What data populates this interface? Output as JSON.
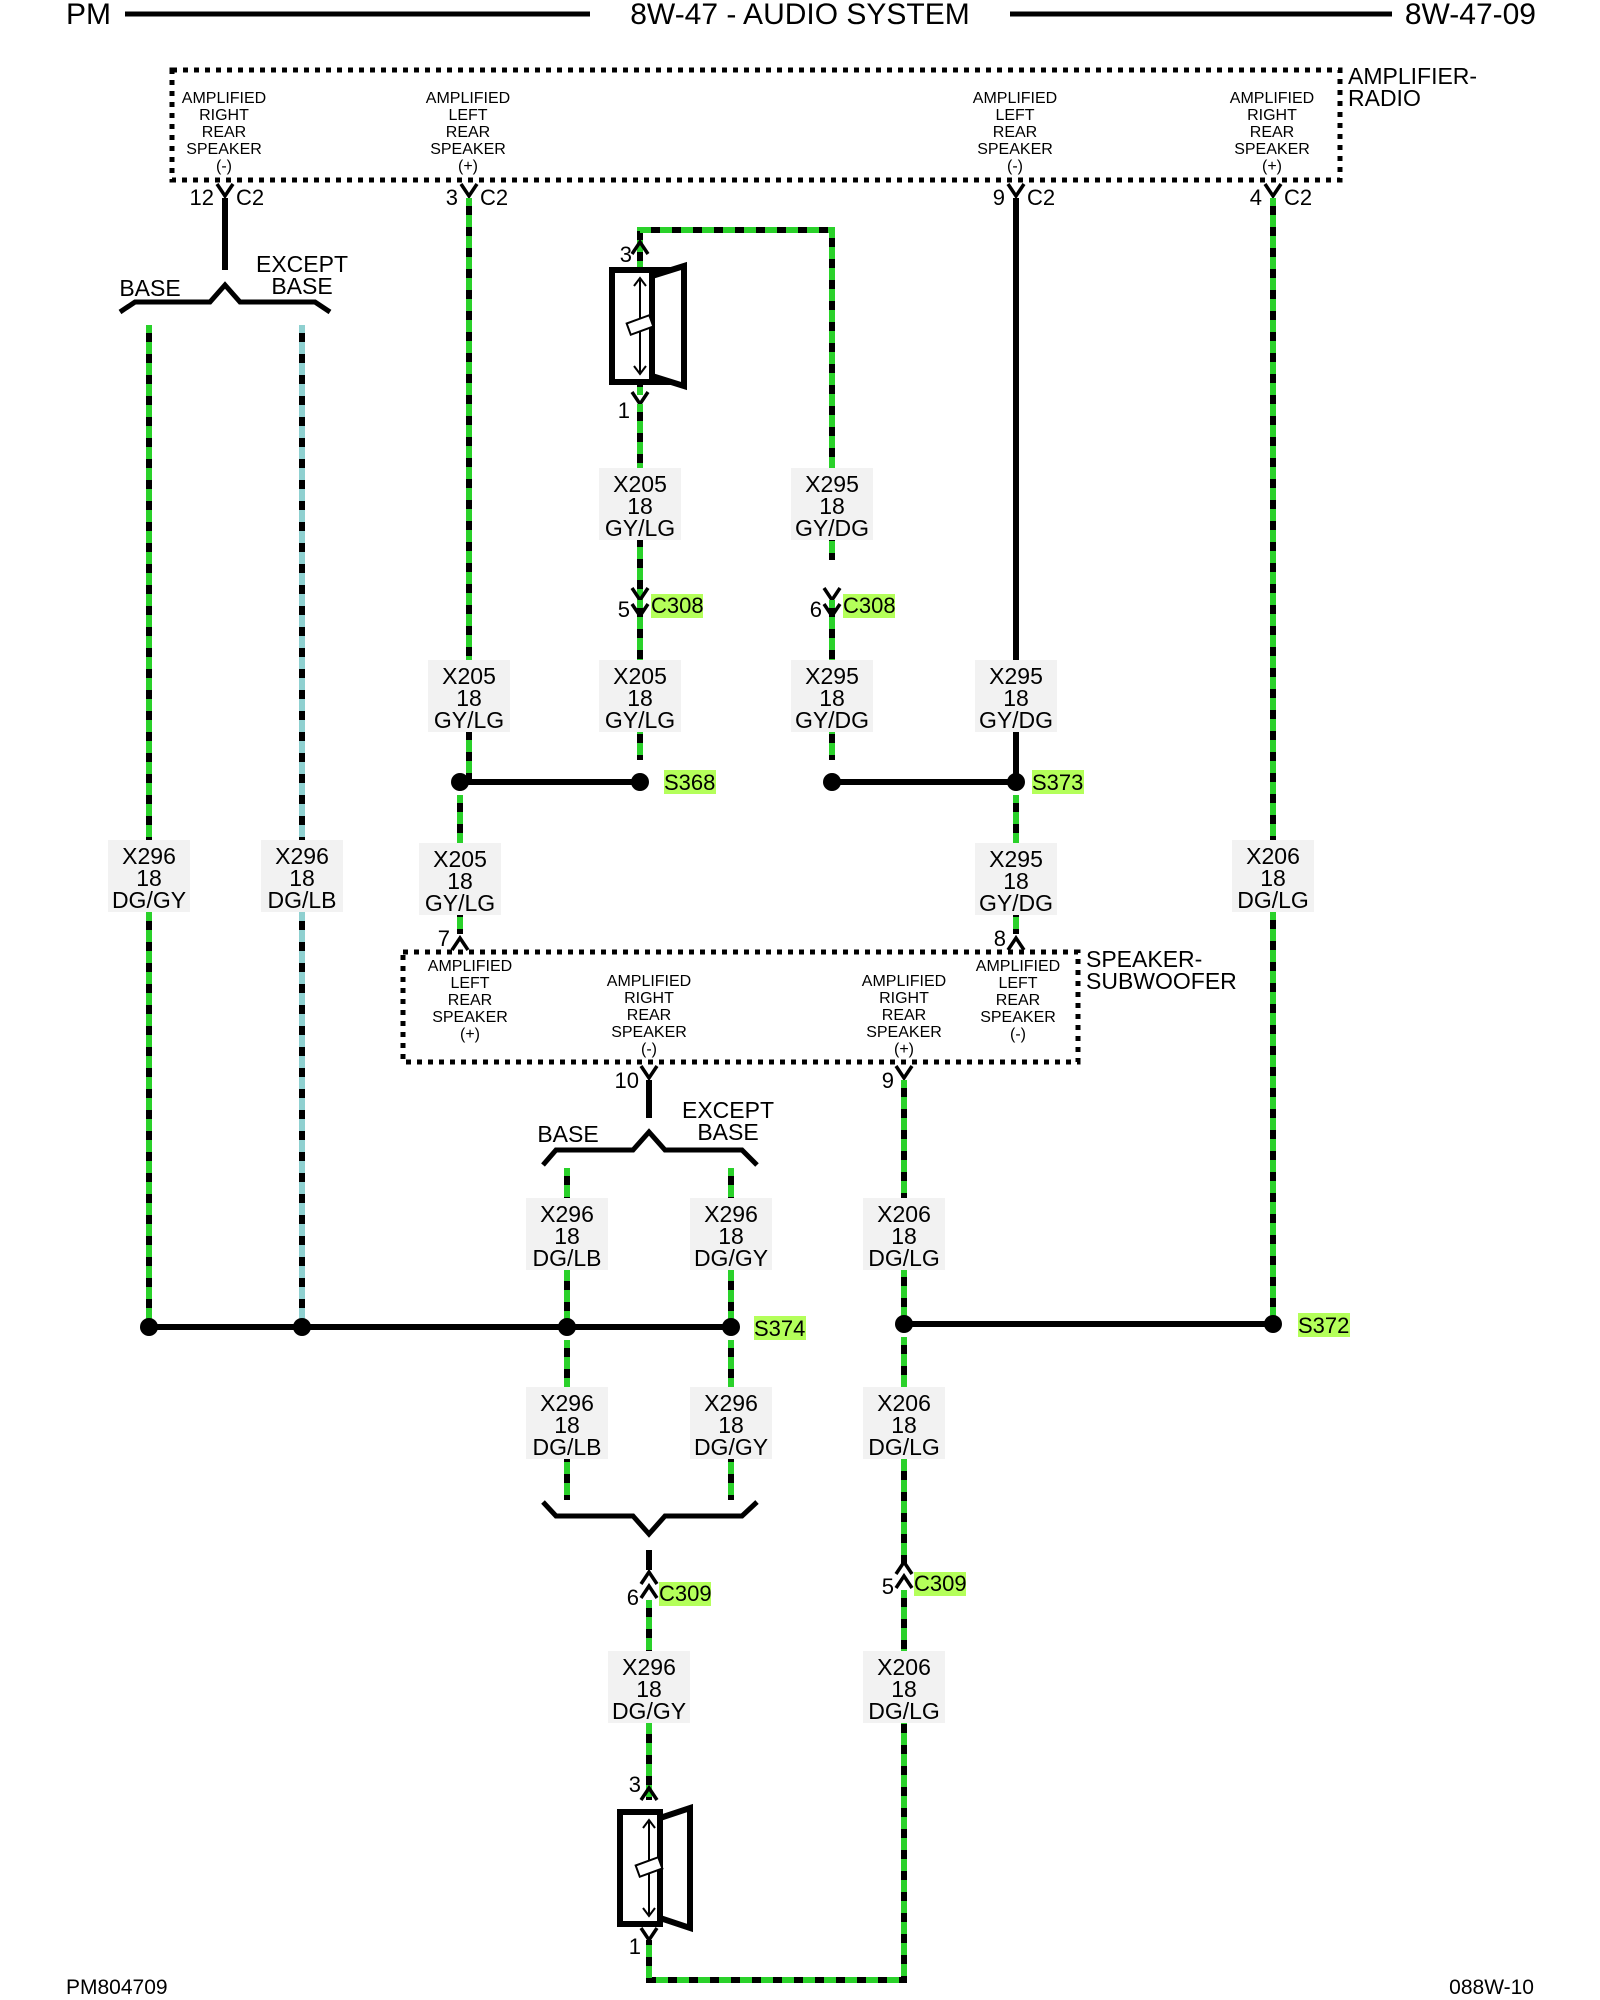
{
  "header": {
    "left": "PM",
    "title": "8W-47 - AUDIO SYSTEM",
    "right": "8W-47-09"
  },
  "footer": {
    "left": "PM804709",
    "right": "088W-10"
  },
  "amp": {
    "name_line1": "AMPLIFIER-",
    "name_line2": "RADIO",
    "pins": [
      {
        "lines": [
          "AMPLIFIED",
          "RIGHT",
          "REAR",
          "SPEAKER",
          "(-)"
        ],
        "pin": "12",
        "conn": "C2"
      },
      {
        "lines": [
          "AMPLIFIED",
          "LEFT",
          "REAR",
          "SPEAKER",
          "(+)"
        ],
        "pin": "3",
        "conn": "C2"
      },
      {
        "lines": [
          "AMPLIFIED",
          "LEFT",
          "REAR",
          "SPEAKER",
          "(-)"
        ],
        "pin": "9",
        "conn": "C2"
      },
      {
        "lines": [
          "AMPLIFIED",
          "RIGHT",
          "REAR",
          "SPEAKER",
          "(+)"
        ],
        "pin": "4",
        "conn": "C2"
      }
    ]
  },
  "sub": {
    "name_line1": "SPEAKER-",
    "name_line2": "SUBWOOFER",
    "blocks": [
      [
        "AMPLIFIED",
        "LEFT",
        "REAR",
        "SPEAKER",
        "(+)"
      ],
      [
        "AMPLIFIED",
        "RIGHT",
        "REAR",
        "SPEAKER",
        "(-)"
      ],
      [
        "AMPLIFIED",
        "RIGHT",
        "REAR",
        "SPEAKER",
        "(+)"
      ],
      [
        "AMPLIFIED",
        "LEFT",
        "REAR",
        "SPEAKER",
        "(-)"
      ]
    ],
    "pins": [
      "7",
      "10",
      "9",
      "8"
    ]
  },
  "options": {
    "base": "BASE",
    "except1": "EXCEPT",
    "except2": "BASE"
  },
  "wires": {
    "x296_dg_gy": [
      "X296",
      "18",
      "DG/GY"
    ],
    "x296_dg_lb": [
      "X296",
      "18",
      "DG/LB"
    ],
    "x205_gy_lg": [
      "X205",
      "18",
      "GY/LG"
    ],
    "x295_gy_dg": [
      "X295",
      "18",
      "GY/DG"
    ],
    "x206_dg_lg": [
      "X206",
      "18",
      "DG/LG"
    ]
  },
  "connectors": {
    "c308": "C308",
    "c309": "C309"
  },
  "splices": {
    "s368": "S368",
    "s373": "S373",
    "s374": "S374",
    "s372": "S372"
  },
  "speaker_pins": {
    "top": "3",
    "bottom": "1"
  },
  "c308_pins": {
    "left": "5",
    "right": "6"
  },
  "c309_pins": {
    "left": "6",
    "right": "5"
  },
  "colors": {
    "wire_black": "#000000",
    "wire_green_dash": "#2ad12a",
    "highlight": "#b4ff5a"
  }
}
